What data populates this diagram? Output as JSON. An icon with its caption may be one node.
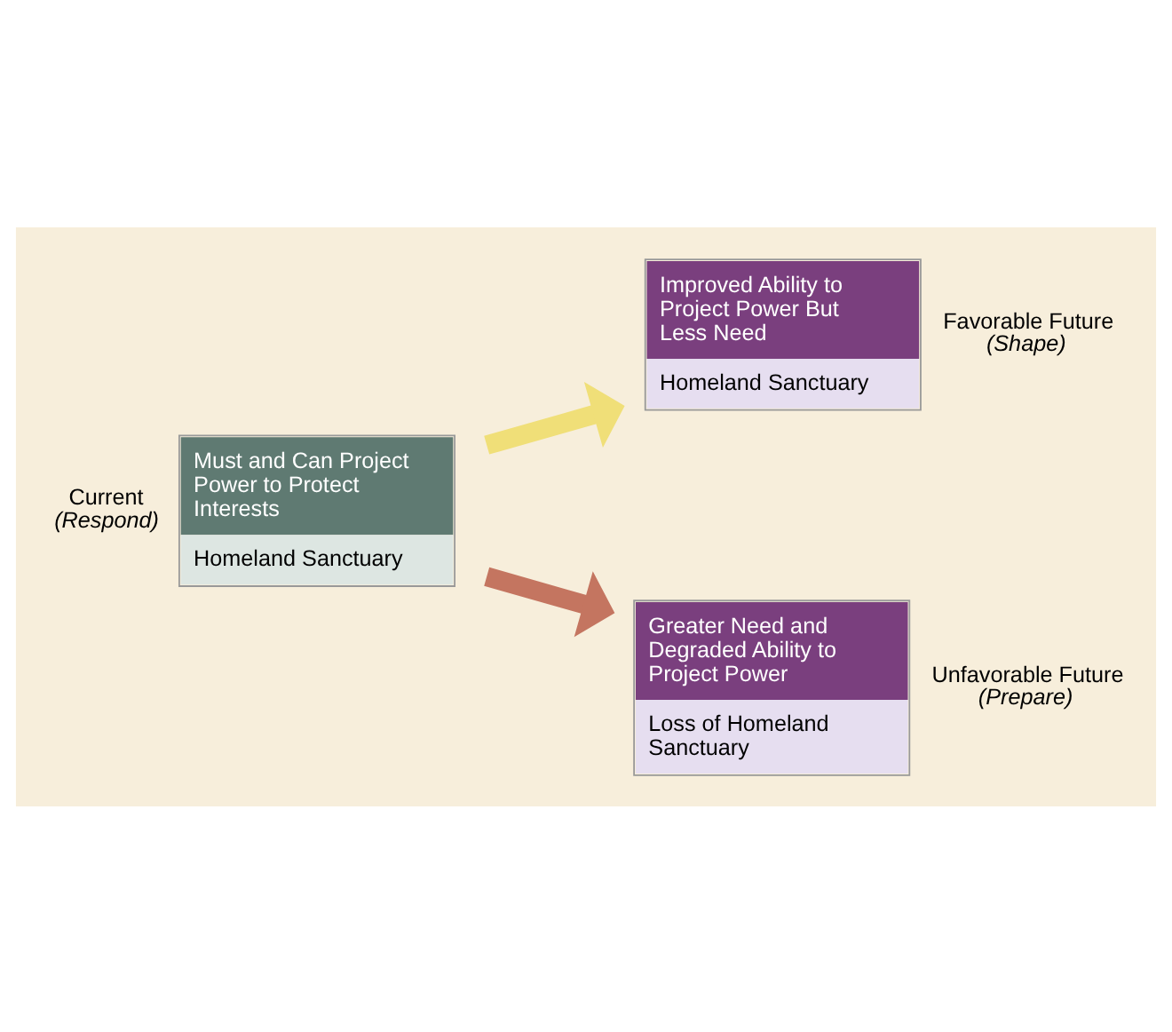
{
  "diagram": {
    "nodes": [
      {
        "text": [
          "Must and Can Project Power to Protect Interests",
          "Homeland Sanctuary"
        ],
        "beside": [
          "Current",
          "(Respond)"
        ]
      },
      {
        "text": [
          "Improved Ability to Project Power But Less Need",
          "Homeland Sanctuary"
        ],
        "beside": [
          "Favorable Future",
          "(Shape)"
        ]
      },
      {
        "text": [
          "Greater Need and Degraded Ability to Project Power",
          "Loss of Homeland Sanctuary"
        ],
        "beside": [
          "Unfavorable Future",
          "(Prepare)"
        ]
      }
    ],
    "edges": [
      {
        "from": 0,
        "to": 1,
        "arrow": "to",
        "color": "#f0df78"
      },
      {
        "from": 0,
        "to": 2,
        "arrow": "to",
        "color": "#c47560"
      }
    ]
  }
}
